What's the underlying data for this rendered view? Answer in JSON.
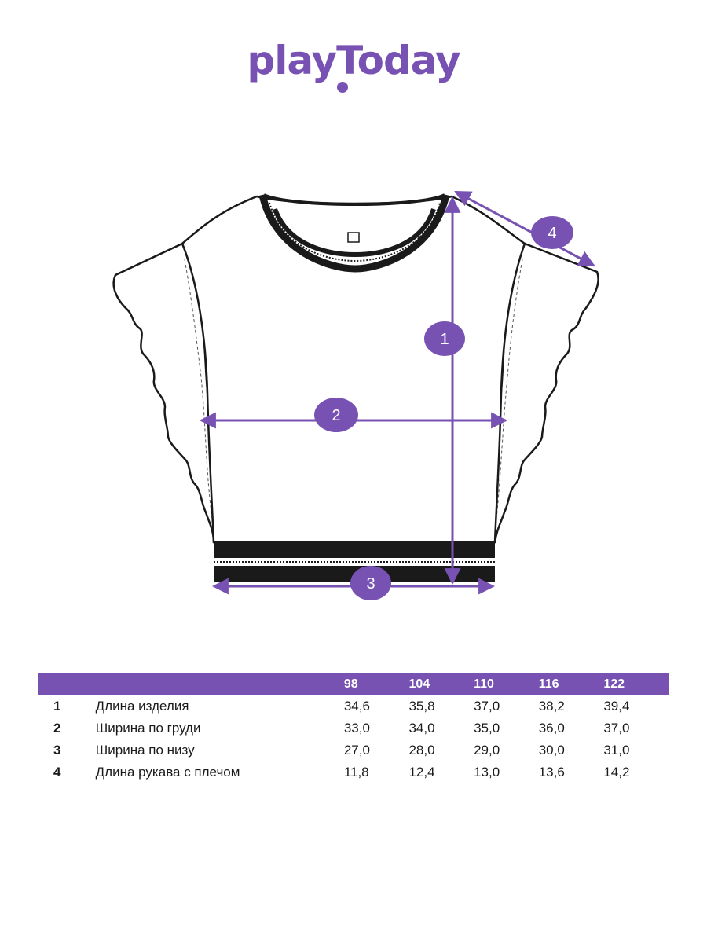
{
  "brand": {
    "logo_text": "playToday",
    "color": "#7752b3"
  },
  "diagram": {
    "markers": [
      {
        "id": "1",
        "label": "1"
      },
      {
        "id": "2",
        "label": "2"
      },
      {
        "id": "3",
        "label": "3"
      },
      {
        "id": "4",
        "label": "4"
      }
    ]
  },
  "table": {
    "header_bg": "#7752b3",
    "sizes": [
      "98",
      "104",
      "110",
      "116",
      "122"
    ],
    "rows": [
      {
        "num": "1",
        "name": "Длина изделия",
        "values": [
          "34,6",
          "35,8",
          "37,0",
          "38,2",
          "39,4"
        ]
      },
      {
        "num": "2",
        "name": "Ширина по груди",
        "values": [
          "33,0",
          "34,0",
          "35,0",
          "36,0",
          "37,0"
        ]
      },
      {
        "num": "3",
        "name": "Ширина по низу",
        "values": [
          "27,0",
          "28,0",
          "29,0",
          "30,0",
          "31,0"
        ]
      },
      {
        "num": "4",
        "name": "Длина рукава с плечом",
        "values": [
          "11,8",
          "12,4",
          "13,0",
          "13,6",
          "14,2"
        ]
      }
    ]
  }
}
